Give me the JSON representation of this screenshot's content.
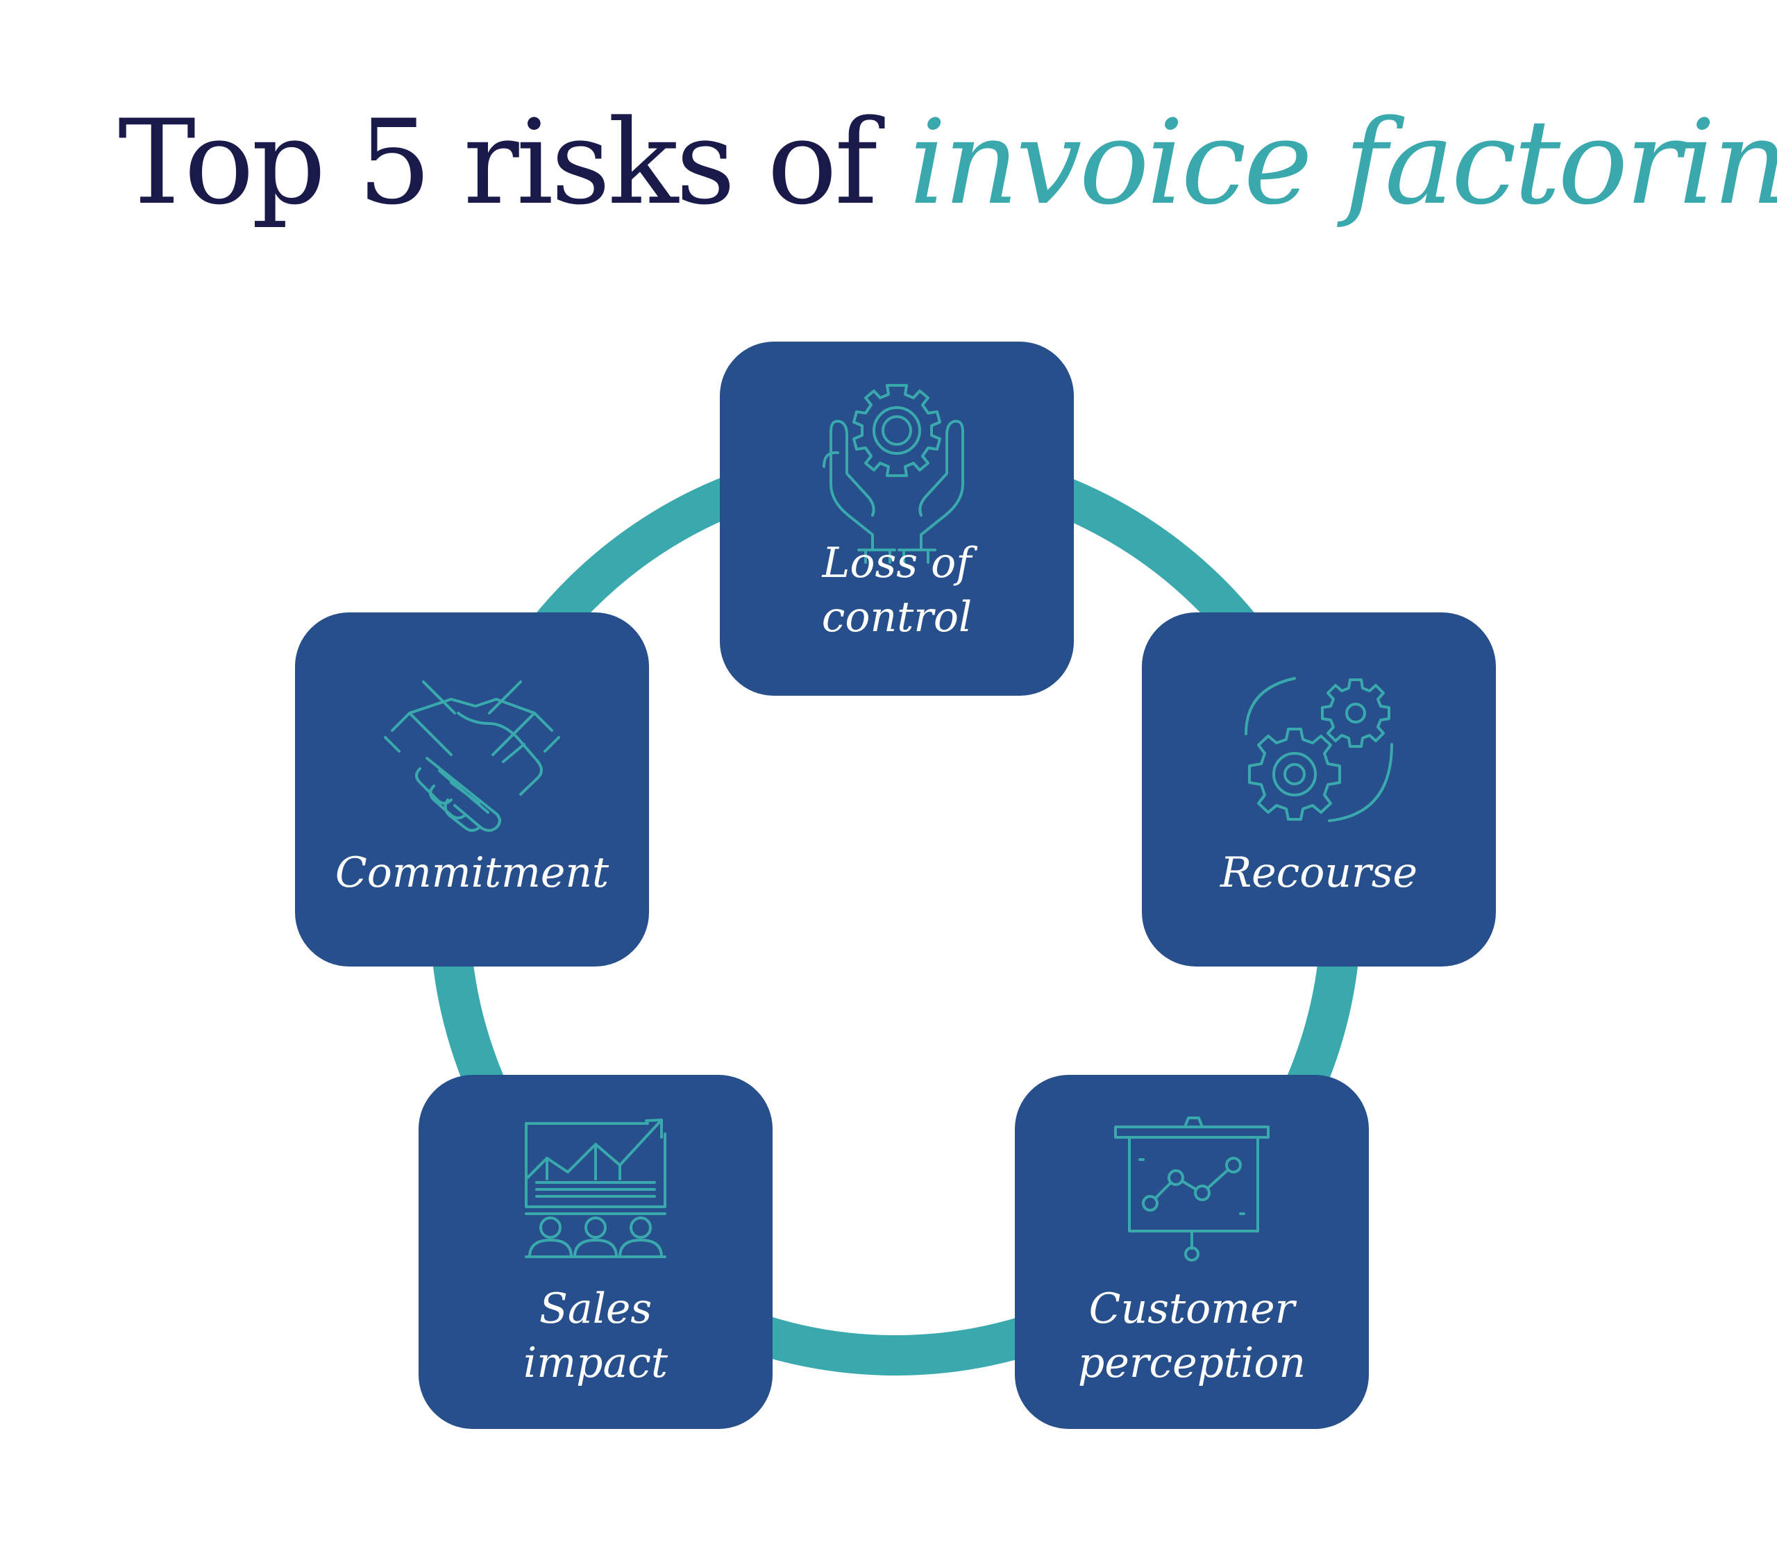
{
  "title": {
    "main": "Top 5 risks of ",
    "accent": "invoice factoring"
  },
  "colors": {
    "title": "#1a1a4a",
    "accent": "#3aa9ad",
    "card": "#264f8c",
    "ring": "#3aa9ad",
    "label": "#ffffff"
  },
  "risks": [
    {
      "id": "loss-of-control",
      "line1": "Loss of",
      "line2": "control",
      "icon": "hands-gear-icon"
    },
    {
      "id": "recourse",
      "line1": "Recourse",
      "line2": "",
      "icon": "gears-cycle-icon"
    },
    {
      "id": "customer-perception",
      "line1": "Customer",
      "line2": "perception",
      "icon": "presentation-board-icon"
    },
    {
      "id": "sales-impact",
      "line1": "Sales",
      "line2": "impact",
      "icon": "sales-chart-people-icon"
    },
    {
      "id": "commitment",
      "line1": "Commitment",
      "line2": "",
      "icon": "handshake-icon"
    }
  ]
}
